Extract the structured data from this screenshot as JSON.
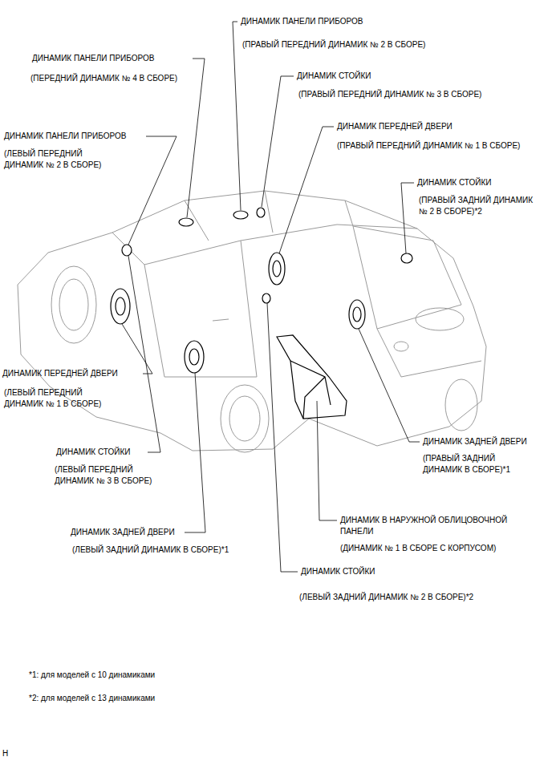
{
  "diagram": {
    "labels": [
      "ДИНАМИК ПАНЕЛИ ПРИБОРОВ",
      "(ПРАВЫЙ ПЕРЕДНИЙ ДИНАМИК № 2 В СБОРЕ)",
      "ДИНАМИК ПАНЕЛИ ПРИБОРОВ",
      "(ПЕРЕДНИЙ ДИНАМИК № 4 В СБОРЕ)",
      "ДИНАМИК СТОЙКИ",
      "(ПРАВЫЙ ПЕРЕДНИЙ ДИНАМИК № 3 В СБОРЕ)",
      "ДИНАМИК ПАНЕЛИ ПРИБОРОВ",
      "(ЛЕВЫЙ ПЕРЕДНИЙ ДИНАМИК № 2 В СБОРЕ)",
      "ДИНАМИК ПЕРЕДНЕЙ ДВЕРИ",
      "(ПРАВЫЙ ПЕРЕДНИЙ ДИНАМИК № 1 В СБОРЕ)",
      "ДИНАМИК СТОЙКИ",
      "(ПРАВЫЙ ЗАДНИЙ ДИНАМИК № 2 В СБОРЕ)*2",
      "ДИНАМИК ПЕРЕДНЕЙ ДВЕРИ",
      "(ЛЕВЫЙ ПЕРЕДНИЙ ДИНАМИК № 1 В СБОРЕ)",
      "ДИНАМИК ЗАДНЕЙ ДВЕРИ",
      "(ПРАВЫЙ ЗАДНИЙ ДИНАМИК В СБОРЕ)*1",
      "ДИНАМИК СТОЙКИ",
      "(ЛЕВЫЙ ПЕРЕДНИЙ ДИНАМИК № 3 В СБОРЕ)",
      "ДИНАМИК В НАРУЖНОЙ ОБЛИЦОВОЧНОЙ ПАНЕЛИ",
      "(ДИНАМИК № 1 В СБОРЕ С КОРПУСОМ)",
      "ДИНАМИК ЗАДНЕЙ ДВЕРИ",
      "(ЛЕВЫЙ ЗАДНИЙ ДИНАМИК В СБОРЕ)*1",
      "ДИНАМИК СТОЙКИ",
      "(ЛЕВЫЙ ЗАДНИЙ ДИНАМИК № 2 В СБОРЕ)*2",
      "*1: для моделей с 10 динамиками",
      "*2: для моделей с 13 динамиками",
      "H"
    ]
  }
}
